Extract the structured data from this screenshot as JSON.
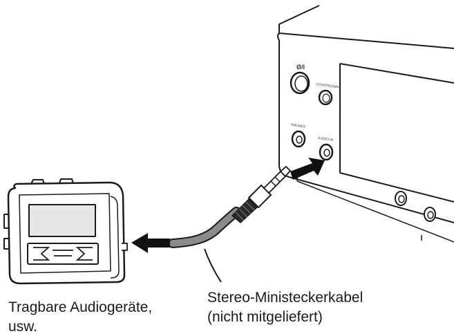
{
  "labels": {
    "device_label_line1": "Tragbare Audiogeräte,",
    "device_label_line2": "usw.",
    "cable_label_line1": "Stereo-Ministeckerkabel",
    "cable_label_line2": "(nicht mitgeliefert)",
    "power_button_label": "Ø/I",
    "countdown_button_label": "COUNTDOWN",
    "phones_jack_label": "PHONES",
    "audio_in_jack_label": "AUDIO IN"
  },
  "colors": {
    "outline": "#1a1a1a",
    "arrow": "#111111",
    "cable": "#8a8a8a",
    "screen_fill": "#e6e6e6",
    "background": "#ffffff"
  }
}
